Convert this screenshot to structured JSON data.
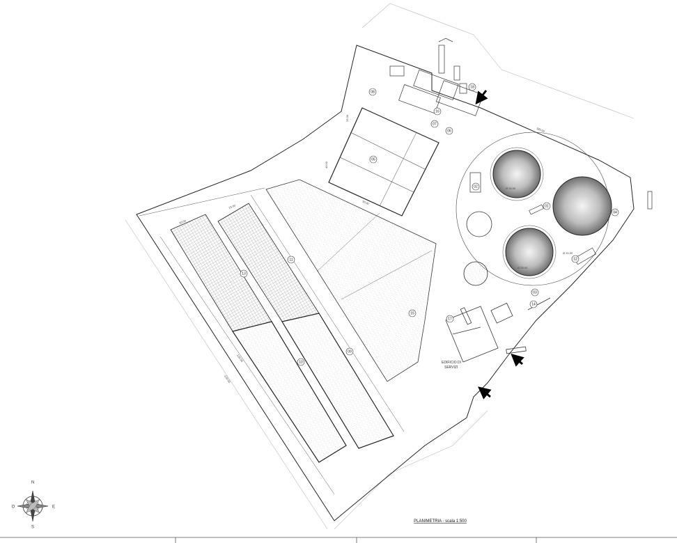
{
  "drawing": {
    "title": "PLANIMETRIA - scala 1:500",
    "building_label_line1": "EDIFICIO DI",
    "building_label_line2": "SERVIZI"
  },
  "compass": {
    "north": "N",
    "east": "E",
    "south": "S",
    "west": "O"
  },
  "tags": {
    "t01": "01",
    "t02": "02",
    "t03": "03",
    "t04": "04",
    "t05": "05",
    "t06": "06",
    "t07": "07",
    "t08": "08",
    "t09": "09",
    "t10": "10",
    "t11": "11",
    "t12": "12",
    "t13": "13",
    "t14": "14",
    "t15": "15",
    "t16": "16",
    "t17": "17",
    "t18": "18"
  },
  "dimensions": {
    "d1": "120.00",
    "d2": "50.00",
    "d3": "40.00",
    "d4": "25.00",
    "d5": "20.00",
    "d6": "15.00",
    "d7": "180.00",
    "d8": "220.00",
    "d9": "Ø 26.00",
    "d10": "Ø 26.00",
    "d11": "Ø 30.00"
  },
  "colors": {
    "line": "#333333",
    "hatch": "#9a9a9a",
    "frame": "#555555"
  }
}
